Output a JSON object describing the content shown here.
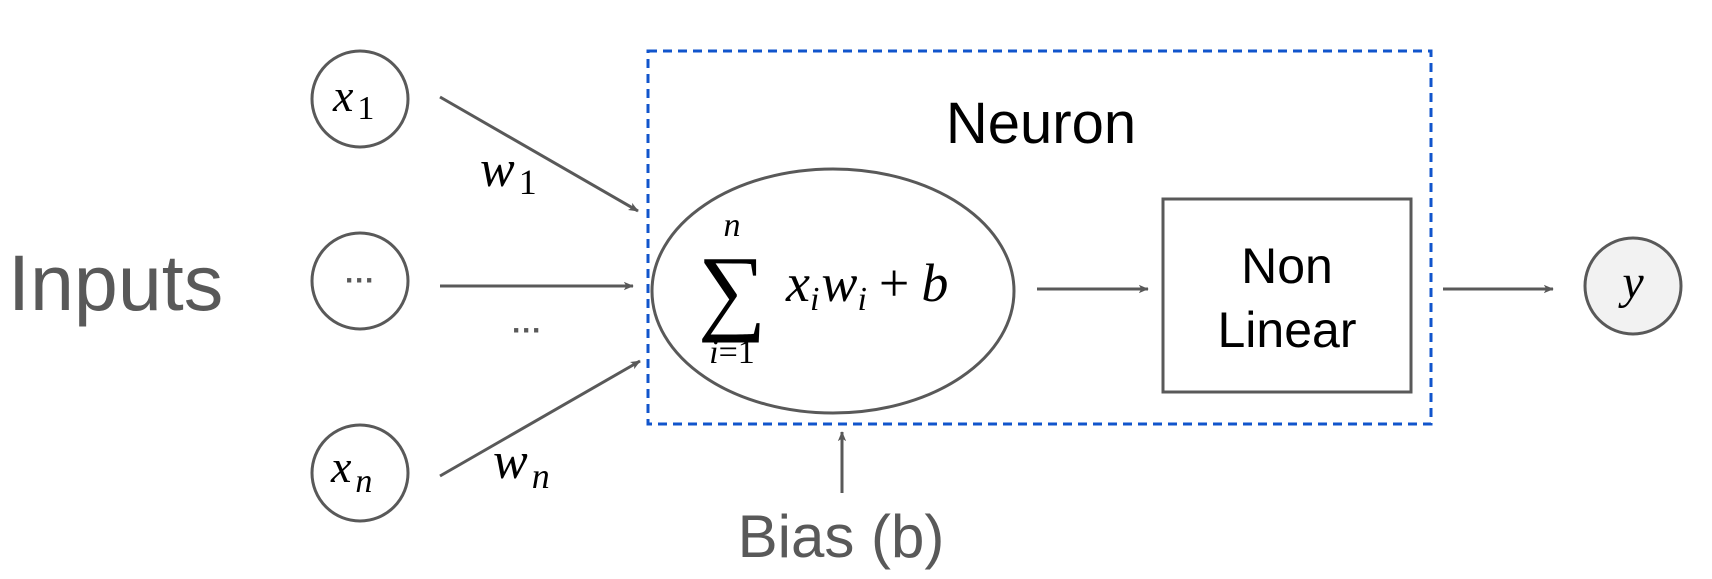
{
  "diagram": {
    "title": "Neuron",
    "inputs_label": "Inputs",
    "bias_label": "Bias (b)",
    "colors": {
      "stroke": "#595959",
      "neuron_box": "#1155cc",
      "output_fill": "#f2f2f2",
      "text_gray": "#595959",
      "text_black": "#000000"
    },
    "inputs": [
      {
        "var": "x",
        "sub": "1",
        "weight_var": "w",
        "weight_sub": "1"
      },
      {
        "var": "···",
        "sub": "",
        "weight_var": "···",
        "weight_sub": ""
      },
      {
        "var": "x",
        "sub": "n",
        "weight_var": "w",
        "weight_sub": "n"
      }
    ],
    "summation": {
      "symbol": "∑",
      "upper": "n",
      "lower_var": "i",
      "lower_rest": "=1",
      "term_x": "x",
      "term_x_sub": "i",
      "term_w": "w",
      "term_w_sub": "i",
      "plus": "+",
      "bias_var": "b"
    },
    "activation": {
      "line1": "Non",
      "line2": "Linear"
    },
    "output": {
      "var": "y"
    }
  }
}
